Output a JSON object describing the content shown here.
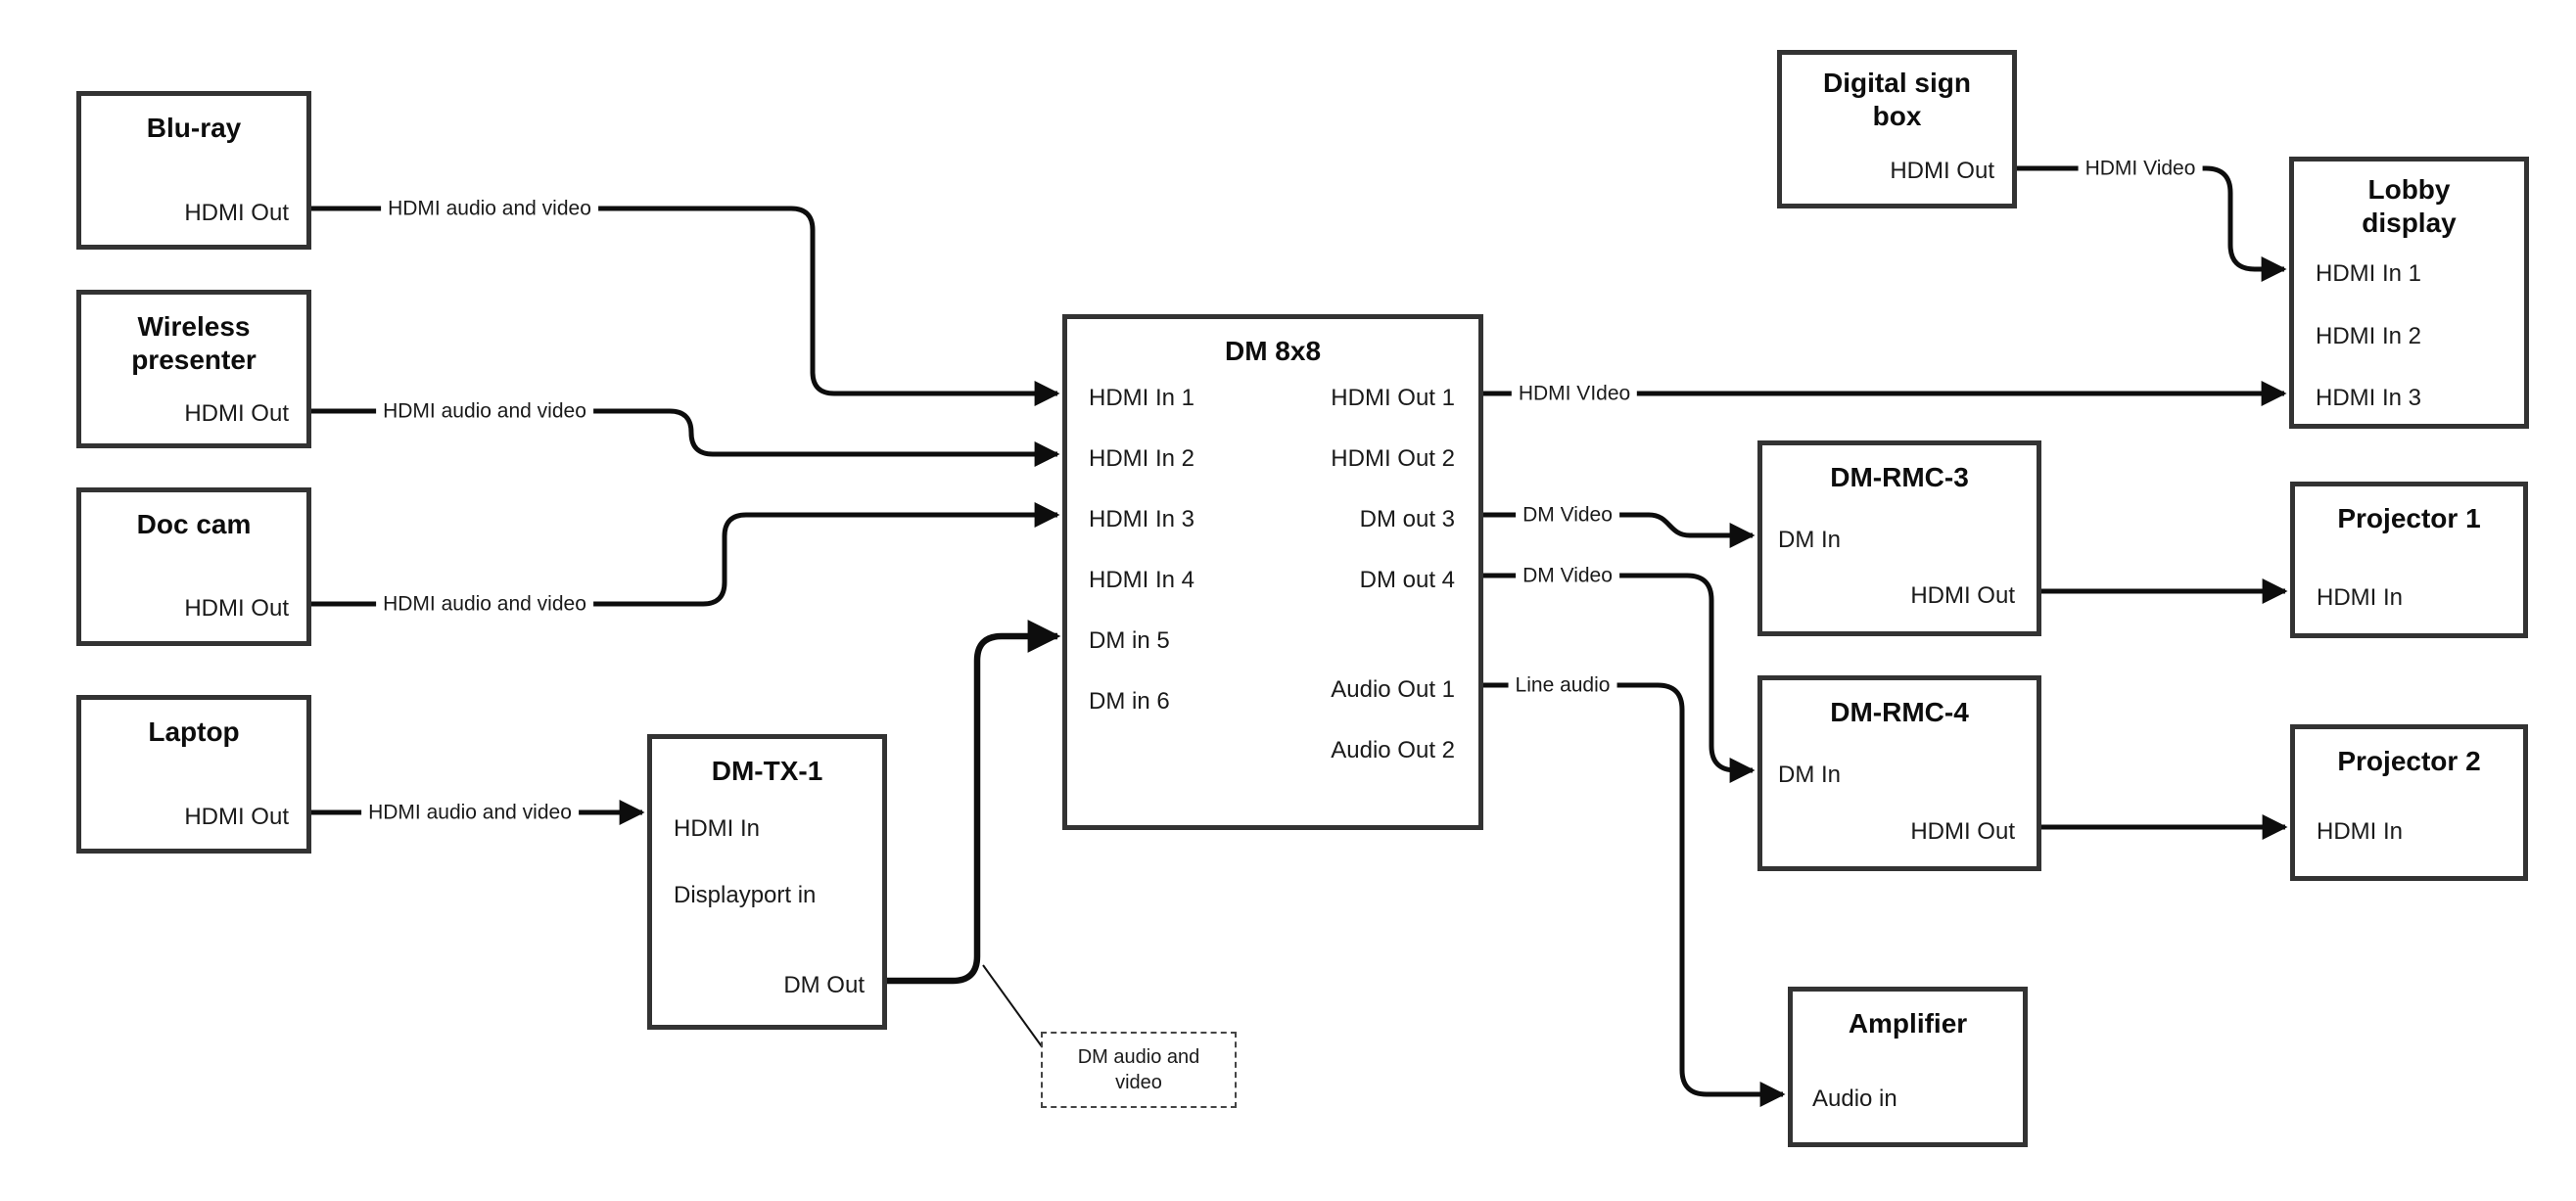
{
  "nodes": [
    {
      "id": "blu-ray",
      "title": "Blu-ray",
      "ports": [
        "HDMI Out"
      ]
    },
    {
      "id": "wireless-presenter",
      "title": "Wireless presenter",
      "ports": [
        "HDMI Out"
      ]
    },
    {
      "id": "doc-cam",
      "title": "Doc cam",
      "ports": [
        "HDMI Out"
      ]
    },
    {
      "id": "laptop",
      "title": "Laptop",
      "ports": [
        "HDMI Out"
      ]
    },
    {
      "id": "dm-tx-1",
      "title": "DM-TX-1",
      "ports": [
        "HDMI In",
        "Displayport in",
        "DM Out"
      ]
    },
    {
      "id": "dm-8x8",
      "title": "DM 8x8",
      "ports_left": [
        "HDMI In 1",
        "HDMI In 2",
        "HDMI In 3",
        "HDMI In 4",
        "DM in 5",
        "DM in 6"
      ],
      "ports_right": [
        "HDMI Out 1",
        "HDMI Out 2",
        "DM out 3",
        "DM out 4",
        "Audio Out 1",
        "Audio Out 2"
      ]
    },
    {
      "id": "digital-sign-box",
      "title": "Digital sign box",
      "ports": [
        "HDMI Out"
      ]
    },
    {
      "id": "lobby-display",
      "title": "Lobby display",
      "ports": [
        "HDMI In 1",
        "HDMI In 2",
        "HDMI In 3"
      ]
    },
    {
      "id": "dm-rmc-3",
      "title": "DM-RMC-3",
      "ports": [
        "DM In",
        "HDMI Out"
      ]
    },
    {
      "id": "projector-1",
      "title": "Projector 1",
      "ports": [
        "HDMI In"
      ]
    },
    {
      "id": "dm-rmc-4",
      "title": "DM-RMC-4",
      "ports": [
        "DM In",
        "HDMI Out"
      ]
    },
    {
      "id": "projector-2",
      "title": "Projector 2",
      "ports": [
        "HDMI In"
      ]
    },
    {
      "id": "amplifier",
      "title": "Amplifier",
      "ports": [
        "Audio in"
      ]
    }
  ],
  "edges": [
    {
      "from": "blu-ray.HDMI Out",
      "to": "dm-8x8.HDMI In 1",
      "label": "HDMI audio and video"
    },
    {
      "from": "wireless-presenter.HDMI Out",
      "to": "dm-8x8.HDMI In 2",
      "label": "HDMI audio and video"
    },
    {
      "from": "doc-cam.HDMI Out",
      "to": "dm-8x8.HDMI In 3",
      "label": "HDMI audio and video"
    },
    {
      "from": "laptop.HDMI Out",
      "to": "dm-tx-1.HDMI In",
      "label": "HDMI audio and video"
    },
    {
      "from": "dm-tx-1.DM Out",
      "to": "dm-8x8.DM in 5",
      "label": ""
    },
    {
      "from": "dm-8x8.HDMI Out 1",
      "to": "lobby-display.HDMI In 3",
      "label": "HDMI VIdeo"
    },
    {
      "from": "dm-8x8.DM out 3",
      "to": "dm-rmc-3.DM In",
      "label": "DM Video"
    },
    {
      "from": "dm-8x8.DM out 4",
      "to": "dm-rmc-4.DM In",
      "label": "DM Video"
    },
    {
      "from": "dm-8x8.Audio Out 1",
      "to": "amplifier.Audio in",
      "label": "Line audio"
    },
    {
      "from": "digital-sign-box.HDMI Out",
      "to": "lobby-display.HDMI In 1",
      "label": "HDMI Video"
    },
    {
      "from": "dm-rmc-3.HDMI Out",
      "to": "projector-1.HDMI In",
      "label": ""
    },
    {
      "from": "dm-rmc-4.HDMI Out",
      "to": "projector-2.HDMI In",
      "label": ""
    }
  ],
  "note": {
    "text": "DM audio and video"
  },
  "colors": {
    "box_border": "#333333",
    "wire": "#0d0d0d",
    "text": "#1a1a1a",
    "background": "#ffffff"
  }
}
